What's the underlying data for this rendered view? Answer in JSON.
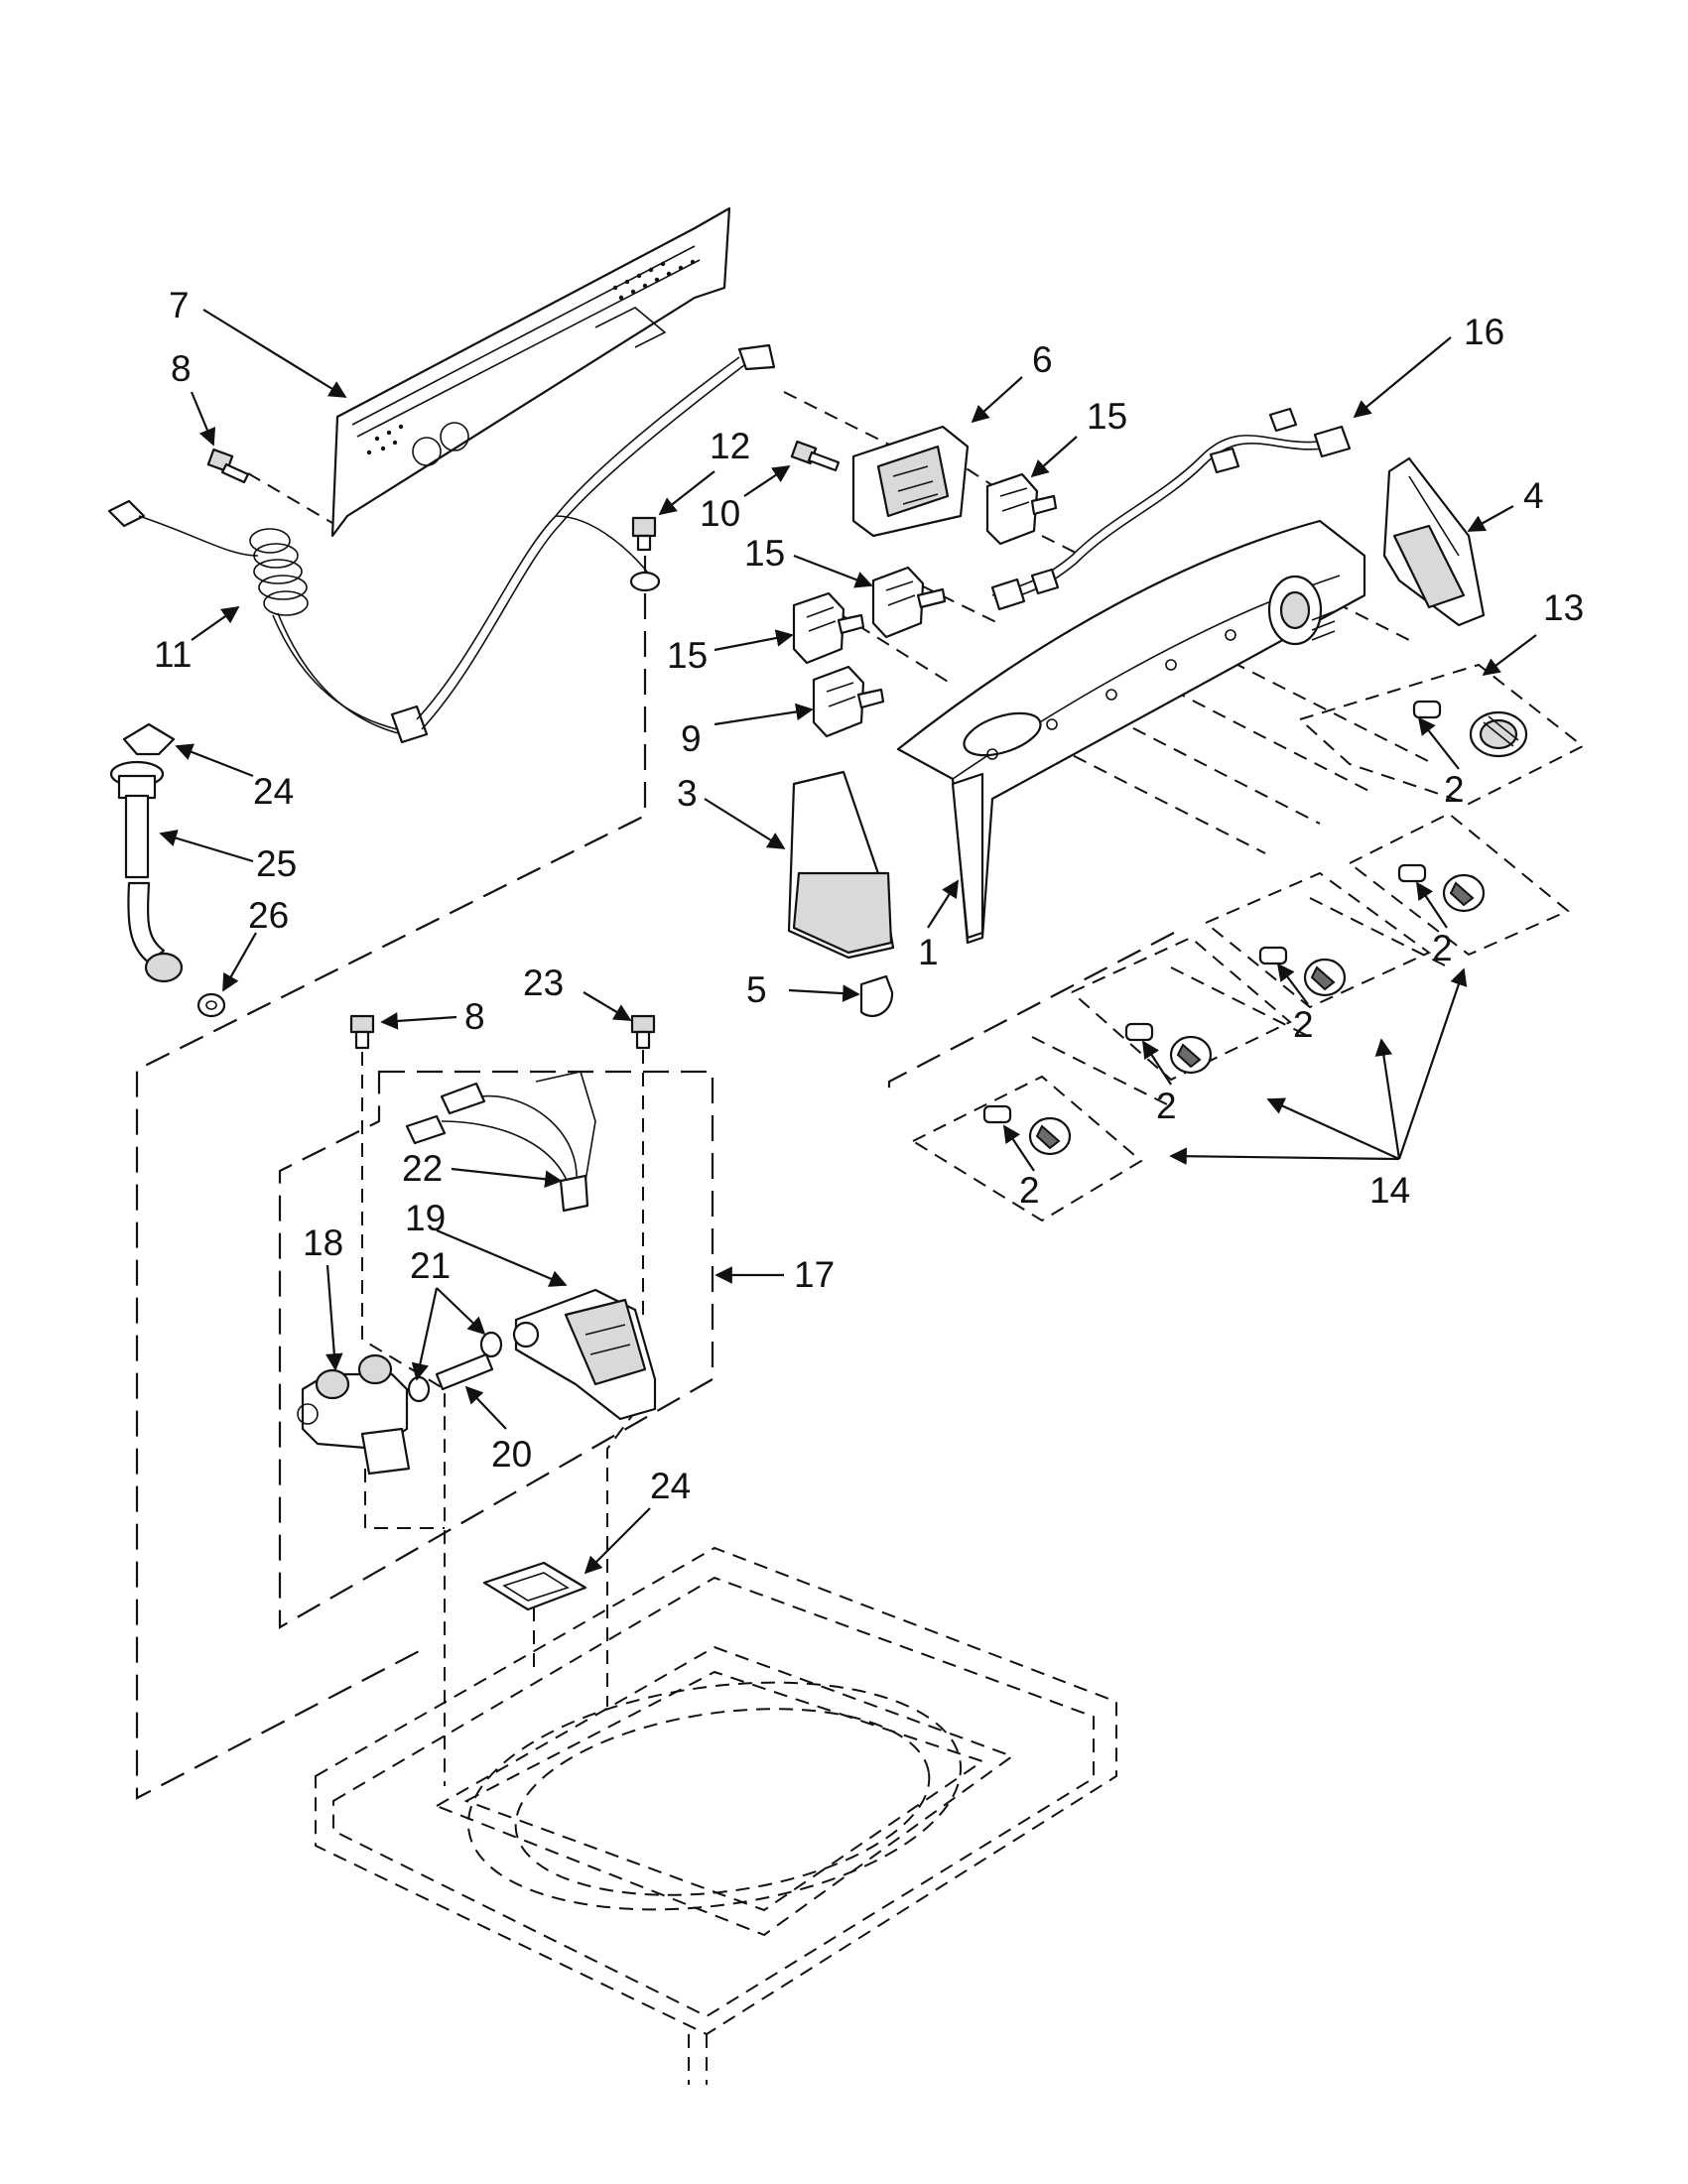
{
  "callouts": [
    {
      "id": "c7",
      "text": "7"
    },
    {
      "id": "c8a",
      "text": "8"
    },
    {
      "id": "c6",
      "text": "6"
    },
    {
      "id": "c16",
      "text": "16"
    },
    {
      "id": "c15a",
      "text": "15"
    },
    {
      "id": "c12",
      "text": "12"
    },
    {
      "id": "c10",
      "text": "10"
    },
    {
      "id": "c4",
      "text": "4"
    },
    {
      "id": "c15b",
      "text": "15"
    },
    {
      "id": "c13",
      "text": "13"
    },
    {
      "id": "c11",
      "text": "11"
    },
    {
      "id": "c15c",
      "text": "15"
    },
    {
      "id": "c9",
      "text": "9"
    },
    {
      "id": "c24a",
      "text": "24"
    },
    {
      "id": "c3",
      "text": "3"
    },
    {
      "id": "c2a",
      "text": "2"
    },
    {
      "id": "c25",
      "text": "25"
    },
    {
      "id": "c26",
      "text": "26"
    },
    {
      "id": "c1",
      "text": "1"
    },
    {
      "id": "c2b",
      "text": "2"
    },
    {
      "id": "c5",
      "text": "5"
    },
    {
      "id": "c2c",
      "text": "2"
    },
    {
      "id": "c23",
      "text": "23"
    },
    {
      "id": "c8b",
      "text": "8"
    },
    {
      "id": "c2d",
      "text": "2"
    },
    {
      "id": "c2e",
      "text": "2"
    },
    {
      "id": "c14",
      "text": "14"
    },
    {
      "id": "c22",
      "text": "22"
    },
    {
      "id": "c19",
      "text": "19"
    },
    {
      "id": "c18",
      "text": "18"
    },
    {
      "id": "c21",
      "text": "21"
    },
    {
      "id": "c17",
      "text": "17"
    },
    {
      "id": "c20",
      "text": "20"
    },
    {
      "id": "c24b",
      "text": "24"
    }
  ]
}
